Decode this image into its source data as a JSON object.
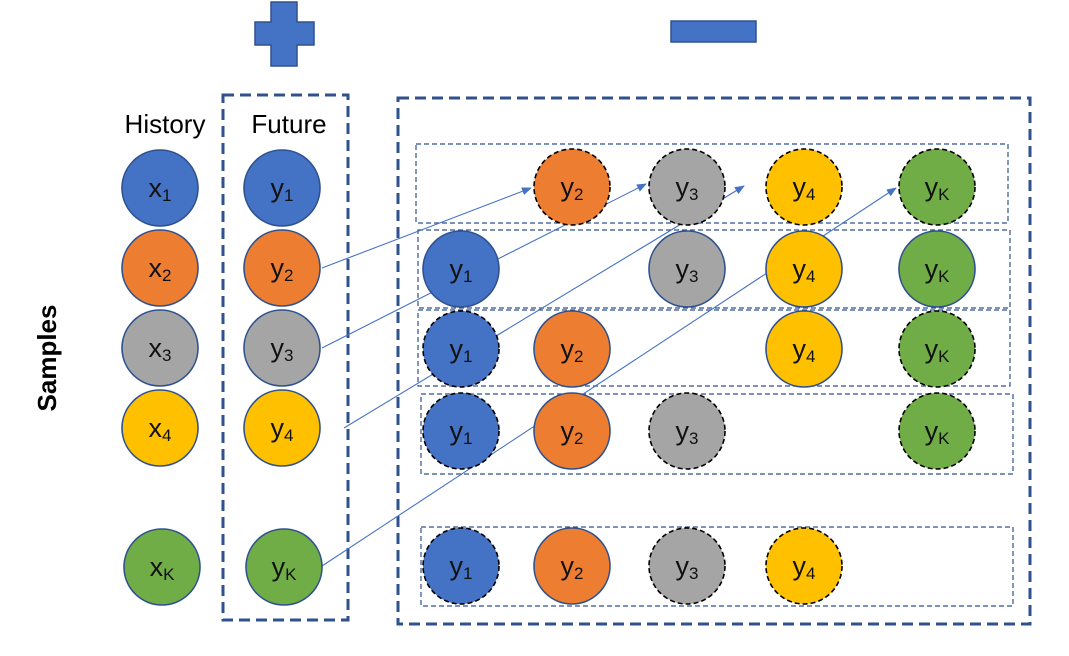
{
  "labels": {
    "history": "History",
    "future": "Future",
    "samples": "Samples"
  },
  "colors": {
    "blue": "#4472C4",
    "orange": "#ED7D31",
    "gray": "#A5A5A5",
    "yellow": "#FFC000",
    "green": "#70AD47",
    "frame": "#2F528F",
    "arrow": "#4472C4"
  },
  "symbols": {
    "plus": "plus-sign-icon",
    "minus": "minus-sign-icon"
  },
  "nodes": {
    "history": [
      {
        "base": "x",
        "sub": "1",
        "color": "blue"
      },
      {
        "base": "x",
        "sub": "2",
        "color": "orange"
      },
      {
        "base": "x",
        "sub": "3",
        "color": "gray"
      },
      {
        "base": "x",
        "sub": "4",
        "color": "yellow"
      },
      {
        "base": "x",
        "sub": "K",
        "color": "green"
      }
    ],
    "future": [
      {
        "base": "y",
        "sub": "1",
        "color": "blue"
      },
      {
        "base": "y",
        "sub": "2",
        "color": "orange"
      },
      {
        "base": "y",
        "sub": "3",
        "color": "gray"
      },
      {
        "base": "y",
        "sub": "4",
        "color": "yellow"
      },
      {
        "base": "y",
        "sub": "K",
        "color": "green"
      }
    ],
    "negatives": [
      [
        {
          "base": "y",
          "sub": "2",
          "color": "orange",
          "dashed": true
        },
        {
          "base": "y",
          "sub": "3",
          "color": "gray",
          "dashed": true
        },
        {
          "base": "y",
          "sub": "4",
          "color": "yellow",
          "dashed": true
        },
        {
          "base": "y",
          "sub": "K",
          "color": "green",
          "dashed": true
        }
      ],
      [
        {
          "base": "y",
          "sub": "1",
          "color": "blue",
          "dashed": false
        },
        {
          "base": "y",
          "sub": "3",
          "color": "gray",
          "dashed": false
        },
        {
          "base": "y",
          "sub": "4",
          "color": "yellow",
          "dashed": false
        },
        {
          "base": "y",
          "sub": "K",
          "color": "green",
          "dashed": false
        }
      ],
      [
        {
          "base": "y",
          "sub": "1",
          "color": "blue",
          "dashed": true
        },
        {
          "base": "y",
          "sub": "2",
          "color": "orange",
          "dashed": false
        },
        {
          "base": "y",
          "sub": "4",
          "color": "yellow",
          "dashed": false
        },
        {
          "base": "y",
          "sub": "K",
          "color": "green",
          "dashed": true
        }
      ],
      [
        {
          "base": "y",
          "sub": "1",
          "color": "blue",
          "dashed": true
        },
        {
          "base": "y",
          "sub": "2",
          "color": "orange",
          "dashed": false
        },
        {
          "base": "y",
          "sub": "3",
          "color": "gray",
          "dashed": true
        },
        {
          "base": "y",
          "sub": "K",
          "color": "green",
          "dashed": true
        }
      ],
      [
        {
          "base": "y",
          "sub": "1",
          "color": "blue",
          "dashed": true
        },
        {
          "base": "y",
          "sub": "2",
          "color": "orange",
          "dashed": false
        },
        {
          "base": "y",
          "sub": "3",
          "color": "gray",
          "dashed": true
        },
        {
          "base": "y",
          "sub": "4",
          "color": "yellow",
          "dashed": true
        }
      ]
    ]
  }
}
